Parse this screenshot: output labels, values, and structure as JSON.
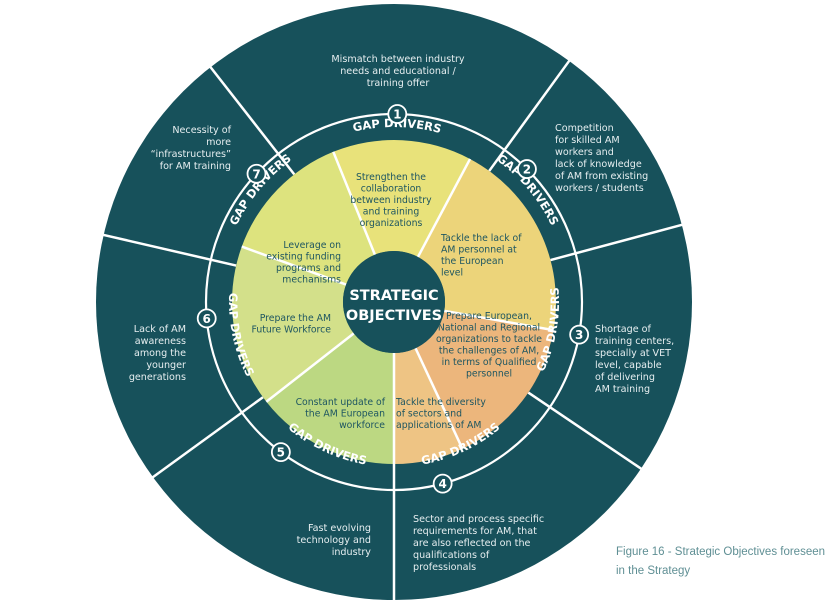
{
  "figure": {
    "caption_line1": "Figure 16 - Strategic Objectives foreseen",
    "caption_line2": "in the Strategy"
  },
  "colors": {
    "ring_dark": "#17515b",
    "divider": "#ffffff",
    "ring_text": "#e6eef0",
    "objective_text": "#1e5661",
    "obj_yellow": "#e8e27a",
    "obj_lime": "#dde37e",
    "obj_green_light": "#d3e08a",
    "obj_green": "#bcd882",
    "obj_sand": "#ecd47a",
    "obj_orange": "#ecb67c",
    "obj_tan": "#eec484"
  },
  "center": {
    "line1": "STRATEGIC",
    "line2": "OBJECTIVES"
  },
  "gap_label": "GAP DRIVERS",
  "gap_drivers": [
    {
      "number": "1",
      "lines": [
        "Mismatch between industry",
        "needs and educational /",
        "training offer"
      ]
    },
    {
      "number": "2",
      "lines": [
        "Competition",
        "for skilled AM",
        "workers and",
        "lack of knowledge",
        "of AM from existing",
        "workers / students"
      ]
    },
    {
      "number": "3",
      "lines": [
        "Shortage of",
        "training centers,",
        "specially at VET",
        "level, capable",
        "of delivering",
        "AM training"
      ]
    },
    {
      "number": "4",
      "lines": [
        "Sector  and process specific",
        "requirements for AM, that",
        "are also reflected on the",
        "qualifications of",
        "professionals"
      ]
    },
    {
      "number": "5",
      "lines": [
        "Fast evolving",
        "technology and",
        "industry"
      ]
    },
    {
      "number": "6",
      "lines": [
        "Lack of AM",
        "awareness",
        "among the",
        "younger",
        "generations"
      ]
    },
    {
      "number": "7",
      "lines": [
        "Necessity of",
        "more",
        "“infrastructures”",
        "for AM training"
      ]
    }
  ],
  "objectives": [
    {
      "lines": [
        "Strengthen the",
        "collaboration",
        "between industry",
        "and training",
        "organizations"
      ]
    },
    {
      "lines": [
        "Tackle the lack of",
        "AM personnel at",
        "the European",
        "level"
      ]
    },
    {
      "lines": [
        "Prepare European,",
        "National and Regional",
        "organizations to tackle",
        "the challenges of AM,",
        "in terms of Qualified",
        "personnel"
      ]
    },
    {
      "lines": [
        "Tackle the diversity",
        "of sectors and",
        "applications of AM"
      ]
    },
    {
      "lines": [
        "Constant update of",
        "the AM European",
        "workforce"
      ]
    },
    {
      "lines": [
        "Prepare the AM",
        "Future Workforce"
      ]
    },
    {
      "lines": [
        "Leverage on",
        "existing funding",
        "programs and",
        "mechanisms"
      ]
    }
  ]
}
